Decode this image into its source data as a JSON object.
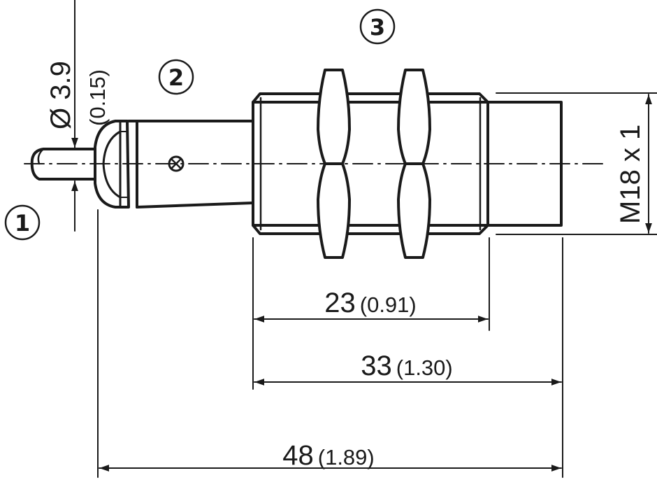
{
  "drawing": {
    "callouts": [
      "1",
      "2",
      "3"
    ],
    "diameter": {
      "value": "Ø 3.9",
      "inch": "(0.15)"
    },
    "thread": "M18 x 1",
    "dimensions": [
      {
        "mm": "23",
        "inch": "(0.91)"
      },
      {
        "mm": "33",
        "inch": "(1.30)"
      },
      {
        "mm": "48",
        "inch": "(1.89)"
      }
    ]
  },
  "colors": {
    "line": "#1a1a1a",
    "background": "#ffffff"
  }
}
